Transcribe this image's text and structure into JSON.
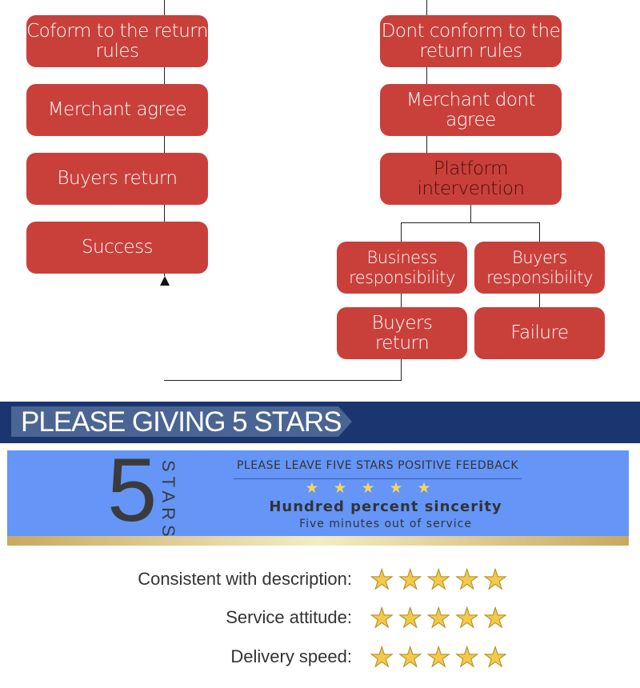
{
  "flow": {
    "left": [
      "Coform to the return rules",
      "Merchant agree",
      "Buyers return",
      "Success"
    ],
    "right": [
      "Dont conform to the return rules",
      "Merchant dont agree",
      "Platform intervention"
    ],
    "branches": [
      "Business responsibility",
      "Buyers responsibility",
      "Buyers return",
      "Failure"
    ]
  },
  "banner": {
    "title": "PLEASE GIVING 5 STARS"
  },
  "card": {
    "big_number": "5",
    "vertical": "STARS",
    "line1": "PLEASE LEAVE FIVE STARS POSITIVE FEEDBACK",
    "stars": "★★★★★",
    "line2": "Hundred percent sincerity",
    "line3": "Five minutes out of service"
  },
  "ratings": [
    {
      "label": "Consistent with description:",
      "stars": 5
    },
    {
      "label": "Service attitude:",
      "stars": 5
    },
    {
      "label": "Delivery speed:",
      "stars": 5
    }
  ],
  "colors": {
    "box": "#c9403b",
    "banner": "#1b3570",
    "card": "#6495f7"
  }
}
